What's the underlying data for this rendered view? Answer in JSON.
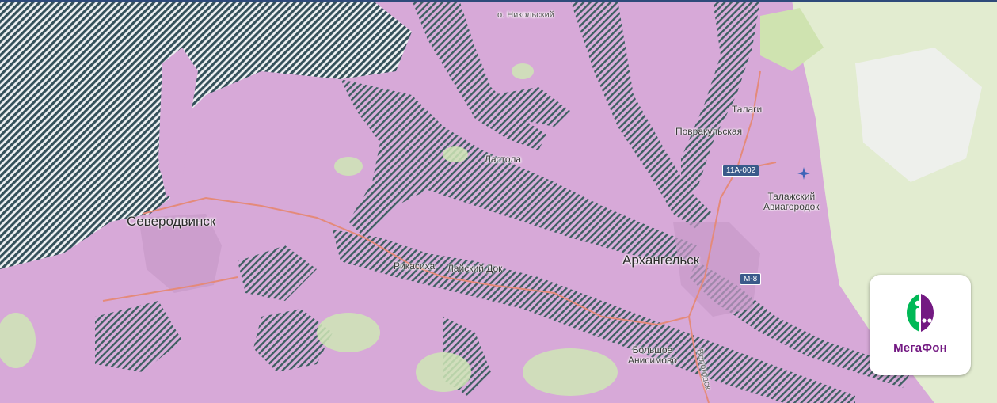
{
  "map": {
    "labels": {
      "severodvinsk": "Северодвинск",
      "arkhangelsk": "Архангельск",
      "lastola": "Ластола",
      "rikasikha": "Рикасиха",
      "laysky_dok": "Лайский Док",
      "talagi": "Талаги",
      "povrakulskaya": "Повракульская",
      "talazhsky_line1": "Талажский",
      "talazhsky_line2": "Авиагородок",
      "bolshoe_line1": "Большое",
      "bolshoe_line2": "Анисимово",
      "vologodskaya": "Вологодск",
      "nikolsky": "о. Никольский"
    },
    "road_shields": {
      "m8": "М-8",
      "a002": "11А-002"
    },
    "icons": {
      "airport": "airplane-icon"
    },
    "colors": {
      "coverage": "#d8a8d9",
      "water": "#3d5a5a",
      "land": "#eae6de",
      "forest": "#cfe6b6",
      "road": "#e48a7a",
      "shield": "#3a5a8a"
    }
  },
  "logo": {
    "text": "МегаФон",
    "colors": {
      "green": "#00b956",
      "purple": "#731982"
    }
  }
}
